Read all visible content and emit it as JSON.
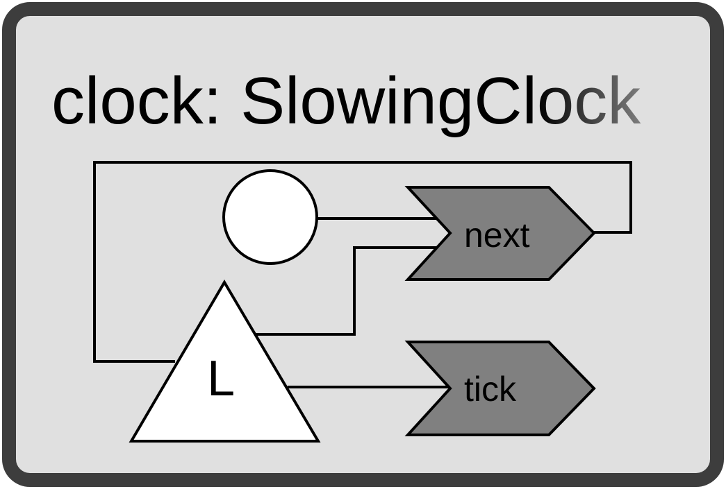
{
  "component": {
    "title": "clock: SlowingClock"
  },
  "nodes": {
    "circle": {
      "shape": "circle"
    },
    "latch": {
      "shape": "triangle",
      "label": "L"
    }
  },
  "ports": [
    {
      "id": "next",
      "label": "next"
    },
    {
      "id": "tick",
      "label": "tick"
    }
  ],
  "colors": {
    "frame_border": "#3d3d3d",
    "frame_fill": "#e0e0e0",
    "port_fill": "#808080",
    "node_fill": "#ffffff",
    "wire": "#000000"
  }
}
